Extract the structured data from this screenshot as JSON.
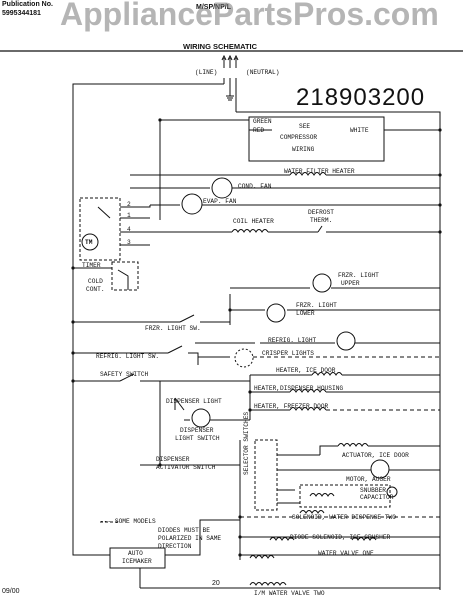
{
  "header": {
    "pub_line1": "Publication No.",
    "pub_line2": "5995344181",
    "model": "M/SP/NP/L",
    "title": "WIRING SCHEMATIC"
  },
  "watermark": "AppliancePartsPros.com",
  "part_number": "218903200",
  "lines": {
    "line": "(LINE)",
    "neutral": "(NEUTRAL)"
  },
  "compressor_box": {
    "green": "GREEN",
    "red": "RED",
    "see": "SEE",
    "compressor": "COMPRESSOR",
    "wiring": "WIRING",
    "white": "WHITE"
  },
  "components": {
    "water_filter_heater": "WATER FILTER HEATER",
    "cond_fan": "COND. FAN",
    "evap_fan": "EVAP. FAN",
    "coil_heater": "COIL HEATER",
    "defrost_therm_1": "DEFROST",
    "defrost_therm_2": "THERM.",
    "timer": "TIMER",
    "timer_motor": "TM",
    "cold_cont_1": "COLD",
    "cold_cont_2": "CONT.",
    "frzr_light_upper_1": "FRZR. LIGHT",
    "frzr_light_upper_2": "UPPER",
    "frzr_light_lower_1": "FRZR. LIGHT",
    "frzr_light_lower_2": "LOWER",
    "frzr_light_sw": "FRZR. LIGHT SW.",
    "refrig_light": "REFRIG. LIGHT",
    "refrig_light_sw": "REFRIG. LIGHT SW.",
    "crisper_lights": "CRISPER LIGHTS",
    "safety_switch": "SAFETY SWITCH",
    "heater_ice_door": "HEATER, ICE DOOR",
    "heater_dispenser_housing": "HEATER,DISPENSER HOUSING",
    "heater_freezer_door": "HEATER, FREEZER DOOR",
    "dispenser_light": "DISPENSER LIGHT",
    "dispenser_light_switch_1": "DISPENSER",
    "dispenser_light_switch_2": "LIGHT SWITCH",
    "dispenser_activator_1": "DISPENSER",
    "dispenser_activator_2": "ACTIVATOR SWITCH",
    "selector_switches": "SELECTOR SWITCHES",
    "actuator_ice_door": "ACTUATOR, ICE DOOR",
    "motor_auger": "MOTOR, AUGER",
    "snubber_1": "SNUBBER",
    "snubber_2": "CAPACITOR",
    "solenoid_water": "SOLENOID, WATER DISPENSE TWO",
    "diode_solenoid": "DIODE SOLENOID, ICE CRUSHER",
    "water_valve_one": "WATER VALVE ONE",
    "auto_icemaker_1": "AUTO",
    "auto_icemaker_2": "ICEMAKER",
    "im_water_valve": "I/M WATER VALVE TWO"
  },
  "timer_terminals": [
    "1",
    "2",
    "3",
    "4"
  ],
  "notes": {
    "some_models": "--- SOME MODELS",
    "diodes_1": "DIODES MUST BE",
    "diodes_2": "POLARIZED IN SAME",
    "diodes_3": "DIRECTION"
  },
  "footer": {
    "date": "09/00",
    "page": "20"
  }
}
